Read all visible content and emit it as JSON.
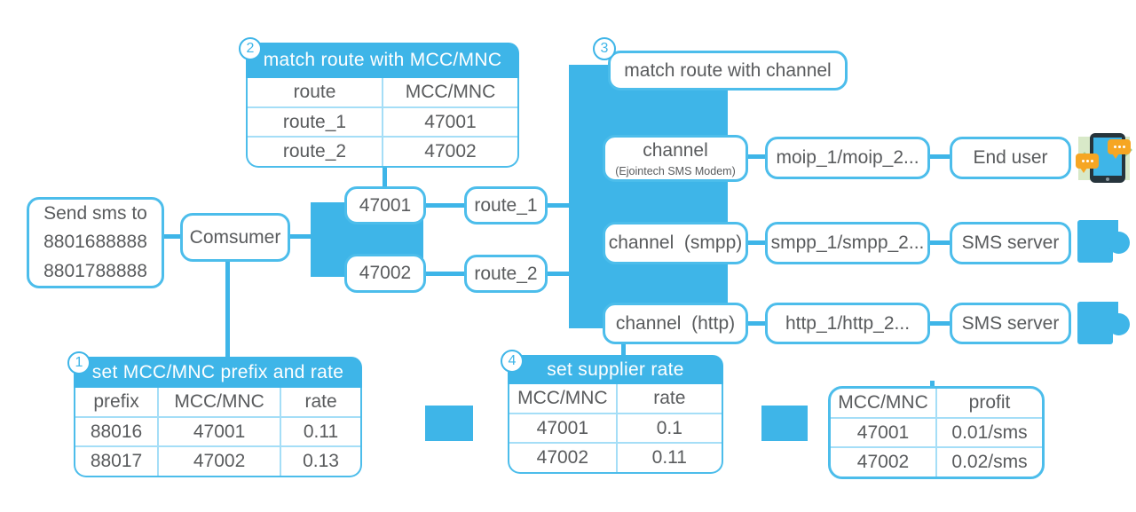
{
  "colors": {
    "primary_blue": "#3EB5E8",
    "box_border_blue": "#4CBDEB",
    "table_line_blue": "#A5DEF7",
    "text_gray": "#595B5D",
    "bubble_orange": "#F6A623",
    "phone_dark": "#26343C"
  },
  "nodes": {
    "send_sms": {
      "lines": [
        "Send sms to",
        "8801688888",
        "8801788888"
      ]
    },
    "comsumer": {
      "label": "Comsumer"
    },
    "mcc_47001": {
      "label": "47001"
    },
    "mcc_47002": {
      "label": "47002"
    },
    "route_1": {
      "label": "route_1"
    },
    "route_2": {
      "label": "route_2"
    },
    "match_route_channel": {
      "badge": "3",
      "label": "match route with channel"
    },
    "channel_modem": {
      "lines": [
        "channel",
        "(Ejointech SMS Modem)"
      ]
    },
    "channel_smpp": {
      "label": "channel  (smpp)"
    },
    "channel_http": {
      "label": "channel  (http)"
    },
    "moip": {
      "label": "moip_1/moip_2..."
    },
    "smpp": {
      "label": "smpp_1/smpp_2..."
    },
    "http": {
      "label": "http_1/http_2..."
    },
    "end_user": {
      "label": "End user"
    },
    "sms_server_smpp": {
      "label": "SMS server"
    },
    "sms_server_http": {
      "label": "SMS server"
    }
  },
  "tables": {
    "prefix_rate": {
      "badge": "1",
      "title": "set MCC/MNC prefix and rate",
      "headers": [
        "prefix",
        "MCC/MNC",
        "rate"
      ],
      "rows": [
        [
          "88016",
          "47001",
          "0.11"
        ],
        [
          "88017",
          "47002",
          "0.13"
        ]
      ]
    },
    "route_mcc": {
      "badge": "2",
      "title": "match route with MCC/MNC",
      "headers": [
        "route",
        "MCC/MNC"
      ],
      "rows": [
        [
          "route_1",
          "47001"
        ],
        [
          "route_2",
          "47002"
        ]
      ]
    },
    "supplier_rate": {
      "badge": "4",
      "title": "set supplier rate",
      "headers": [
        "MCC/MNC",
        "rate"
      ],
      "rows": [
        [
          "47001",
          "0.1"
        ],
        [
          "47002",
          "0.11"
        ]
      ]
    },
    "profit": {
      "headers": [
        "MCC/MNC",
        "profit"
      ],
      "rows": [
        [
          "47001",
          "0.01/sms"
        ],
        [
          "47002",
          "0.02/sms"
        ]
      ]
    }
  }
}
